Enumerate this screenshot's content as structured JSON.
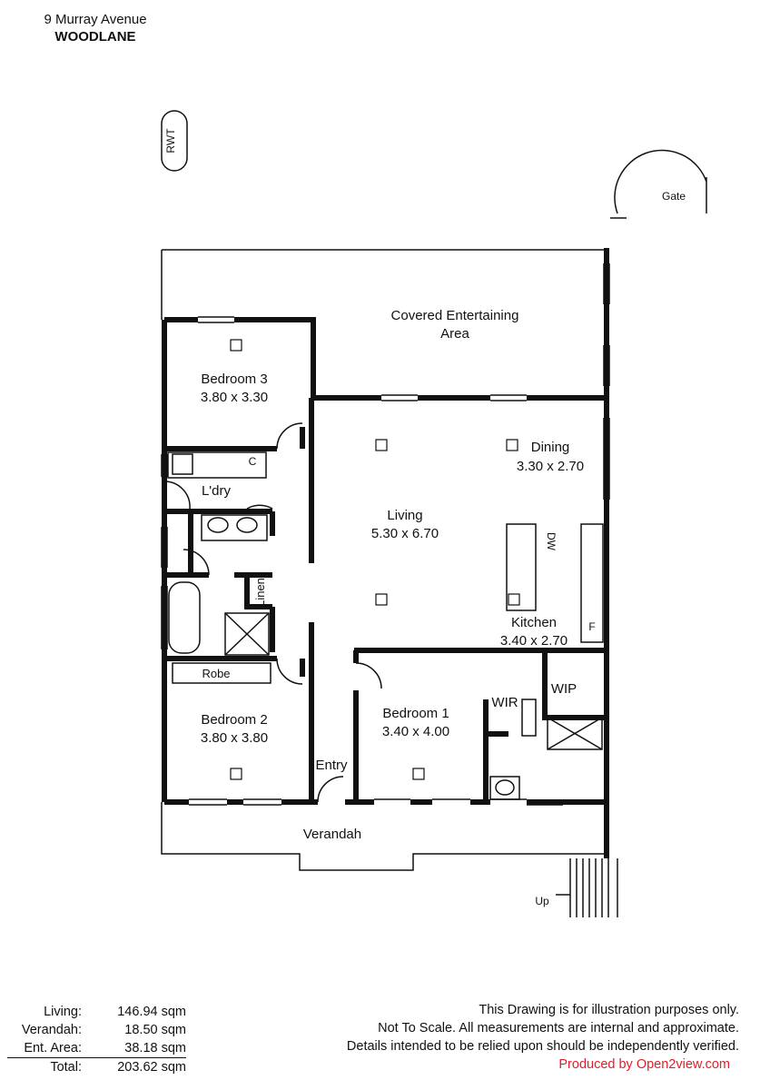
{
  "header": {
    "address": "9 Murray Avenue",
    "suburb": "WOODLANE"
  },
  "plan": {
    "rwt": "RWT",
    "gate": "Gate",
    "rooms": {
      "covered": "Covered Entertaining",
      "covered2": "Area",
      "bed3": "Bedroom 3",
      "bed3_dim": "3.80 x 3.30",
      "laundry": "L'dry",
      "cupboard": "C",
      "living": "Living",
      "living_dim": "5.30 x 6.70",
      "dining": "Dining",
      "dining_dim": "3.30 x 2.70",
      "dw": "DW",
      "fridge": "F",
      "kitchen": "Kitchen",
      "kitchen_dim": "3.40 x 2.70",
      "linen": "Linen",
      "robe": "Robe",
      "bed2": "Bedroom 2",
      "bed2_dim": "3.80 x 3.80",
      "bed1": "Bedroom 1",
      "bed1_dim": "3.40 x 4.00",
      "wir": "WIR",
      "wip": "WIP",
      "entry": "Entry",
      "verandah": "Verandah",
      "up": "Up"
    }
  },
  "areas": [
    {
      "label": "Living:",
      "value": "146.94 sqm"
    },
    {
      "label": "Verandah:",
      "value": "18.50 sqm"
    },
    {
      "label": "Ent. Area:",
      "value": "38.18 sqm"
    },
    {
      "label": "Total:",
      "value": "203.62 sqm"
    }
  ],
  "disclaimer": {
    "line1": "This Drawing is for illustration purposes only.",
    "line2": "Not To Scale. All measurements are internal and approximate.",
    "line3": "Details intended to be relied upon should be independently verified.",
    "credit": "Produced by Open2view.com"
  }
}
